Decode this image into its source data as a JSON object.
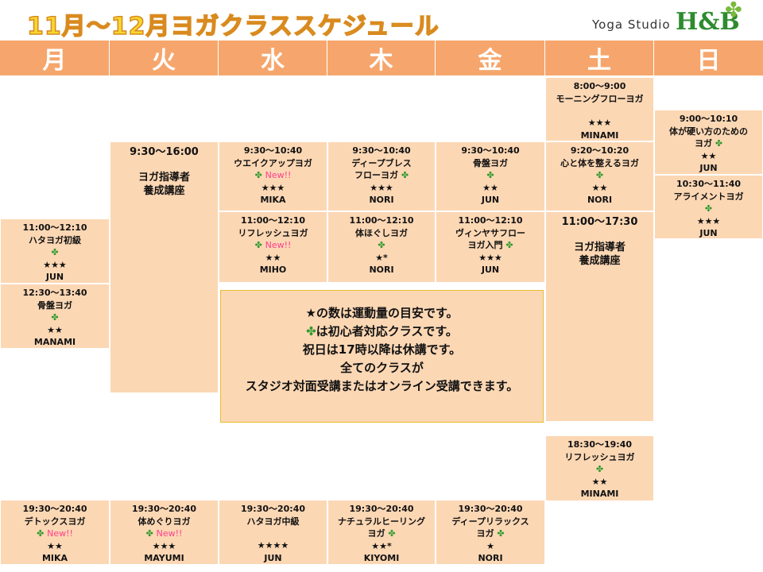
{
  "header": {
    "title": "11月～12月ヨガクラススケジュール",
    "brand": "Yoga Studio",
    "logo": "H&B",
    "logo_icon": "clover-icon"
  },
  "days": [
    "月",
    "火",
    "水",
    "木",
    "金",
    "土",
    "日"
  ],
  "notes": [
    "★の数は運動量の目安です。",
    "は初心者対応クラスです。",
    "祝日は17時以降は休講です。",
    "全てのクラスが",
    "スタジオ対面受講またはオンライン受講できます。"
  ],
  "classes": {
    "sat_0800": {
      "time": "8:00～9:00",
      "name": "モーニングフローヨガ",
      "stars": "★★★",
      "teacher": "MINAMI"
    },
    "sun_0900": {
      "time": "9:00～10:10",
      "name1": "体が硬い方のための",
      "name2": "ヨガ",
      "stars": "★★",
      "teacher": "JUN"
    },
    "tue_0930": {
      "time": "9:30～16:00",
      "name1": "ヨガ指導者",
      "name2": "養成講座"
    },
    "wed_0930": {
      "time": "9:30～10:40",
      "name": "ウエイクアップヨガ",
      "new": "New!!",
      "stars": "★★★",
      "teacher": "MIKA"
    },
    "thu_0930": {
      "time": "9:30～10:40",
      "name1": "ディープブレス",
      "name2": "フローヨガ",
      "stars": "★★★",
      "teacher": "NORI"
    },
    "fri_0930": {
      "time": "9:30～10:40",
      "name": "骨盤ヨガ",
      "stars": "★★",
      "teacher": "JUN"
    },
    "sat_0920": {
      "time": "9:20～10:20",
      "name": "心と体を整えるヨガ",
      "stars": "★★",
      "teacher": "NORI"
    },
    "sun_1030": {
      "time": "10:30～11:40",
      "name": "アライメントヨガ",
      "stars": "★★★",
      "teacher": "JUN"
    },
    "mon_1100": {
      "time": "11:00～12:10",
      "name": "ハタヨガ初級",
      "stars": "★★★",
      "teacher": "JUN"
    },
    "wed_1100": {
      "time": "11:00～12:10",
      "name": "リフレッシュヨガ",
      "new": "New!!",
      "stars": "★★",
      "teacher": "MIHO"
    },
    "thu_1100": {
      "time": "11:00～12:10",
      "name": "体ほぐしヨガ",
      "stars": "★*",
      "teacher": "NORI"
    },
    "fri_1100": {
      "time": "11:00～12:10",
      "name1": "ヴィンヤサフロー",
      "name2": "ヨガ入門",
      "stars": "★★★",
      "teacher": "JUN"
    },
    "sat_1100": {
      "time": "11:00～17:30",
      "name1": "ヨガ指導者",
      "name2": "養成講座"
    },
    "mon_1230": {
      "time": "12:30～13:40",
      "name": "骨盤ヨガ",
      "stars": "★★",
      "teacher": "MANAMI"
    },
    "sat_1830": {
      "time": "18:30～19:40",
      "name": "リフレッシュヨガ",
      "stars": "★★",
      "teacher": "MINAMI"
    },
    "mon_1930": {
      "time": "19:30～20:40",
      "name": "デトックスヨガ",
      "new": "New!!",
      "stars": "★★",
      "teacher": "MIKA"
    },
    "tue_1930": {
      "time": "19:30～20:40",
      "name": "体めぐりヨガ",
      "new": "New!!",
      "stars": "★★★",
      "teacher": "MAYUMI"
    },
    "wed_1930": {
      "time": "19:30～20:40",
      "name": "ハタヨガ中級",
      "stars": "★★★★",
      "teacher": "JUN"
    },
    "thu_1930": {
      "time": "19:30～20:40",
      "name1": "ナチュラルヒーリング",
      "name2": "ヨガ",
      "stars": "★★*",
      "teacher": "KIYOMI"
    },
    "fri_1930": {
      "time": "19:30～20:40",
      "name1": "ディープリラックス",
      "name2": "ヨガ",
      "stars": "★",
      "teacher": "NORI"
    }
  },
  "colors": {
    "header_bg": "#f6a66c",
    "cell_bg": "#fcd7b4",
    "clover": "#2e9a2e",
    "new": "#ff3e8a",
    "title_fill": "#f7d62e",
    "logo": "#2e8b2e"
  }
}
